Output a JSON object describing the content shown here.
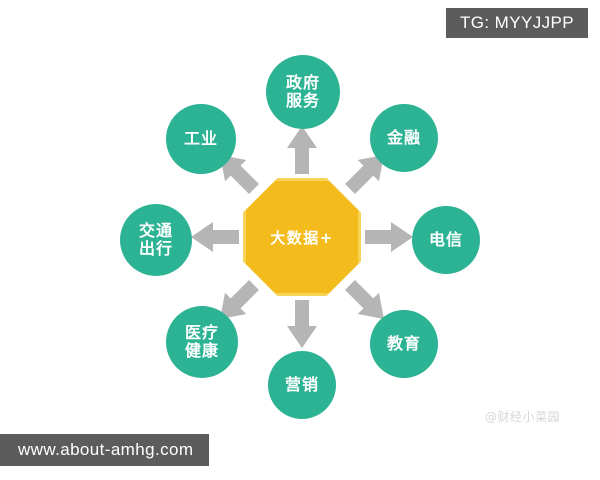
{
  "watermarks": {
    "top_tag": "TG: MYYJJPP",
    "bottom_url": "www.about-amhg.com",
    "faint_signature": "@财经小菜园"
  },
  "diagram": {
    "type": "hub-and-spoke",
    "center": {
      "label": "大数据+",
      "shape": "octagon",
      "fill_color": "#f4bb1c",
      "border_color": "#f7d357",
      "text_color": "#ffffff"
    },
    "node_color": "#2cb394",
    "node_text_color": "#ffffff",
    "arrow_color": "#b3b3b3",
    "nodes": [
      {
        "id": "government-services",
        "lines": [
          "政府",
          "服务"
        ],
        "direction": "up",
        "angle": 90
      },
      {
        "id": "finance",
        "lines": [
          "金融"
        ],
        "direction": "up-right",
        "angle": 45
      },
      {
        "id": "telecom",
        "lines": [
          "电信"
        ],
        "direction": "right",
        "angle": 0
      },
      {
        "id": "education",
        "lines": [
          "教育"
        ],
        "direction": "down-right",
        "angle": -45
      },
      {
        "id": "marketing",
        "lines": [
          "营销"
        ],
        "direction": "down",
        "angle": -90
      },
      {
        "id": "medical-health",
        "lines": [
          "医疗",
          "健康"
        ],
        "direction": "down-left",
        "angle": -135
      },
      {
        "id": "transportation",
        "lines": [
          "交通",
          "出行"
        ],
        "direction": "left",
        "angle": 180
      },
      {
        "id": "industry",
        "lines": [
          "工业"
        ],
        "direction": "up-left",
        "angle": 135
      }
    ]
  }
}
